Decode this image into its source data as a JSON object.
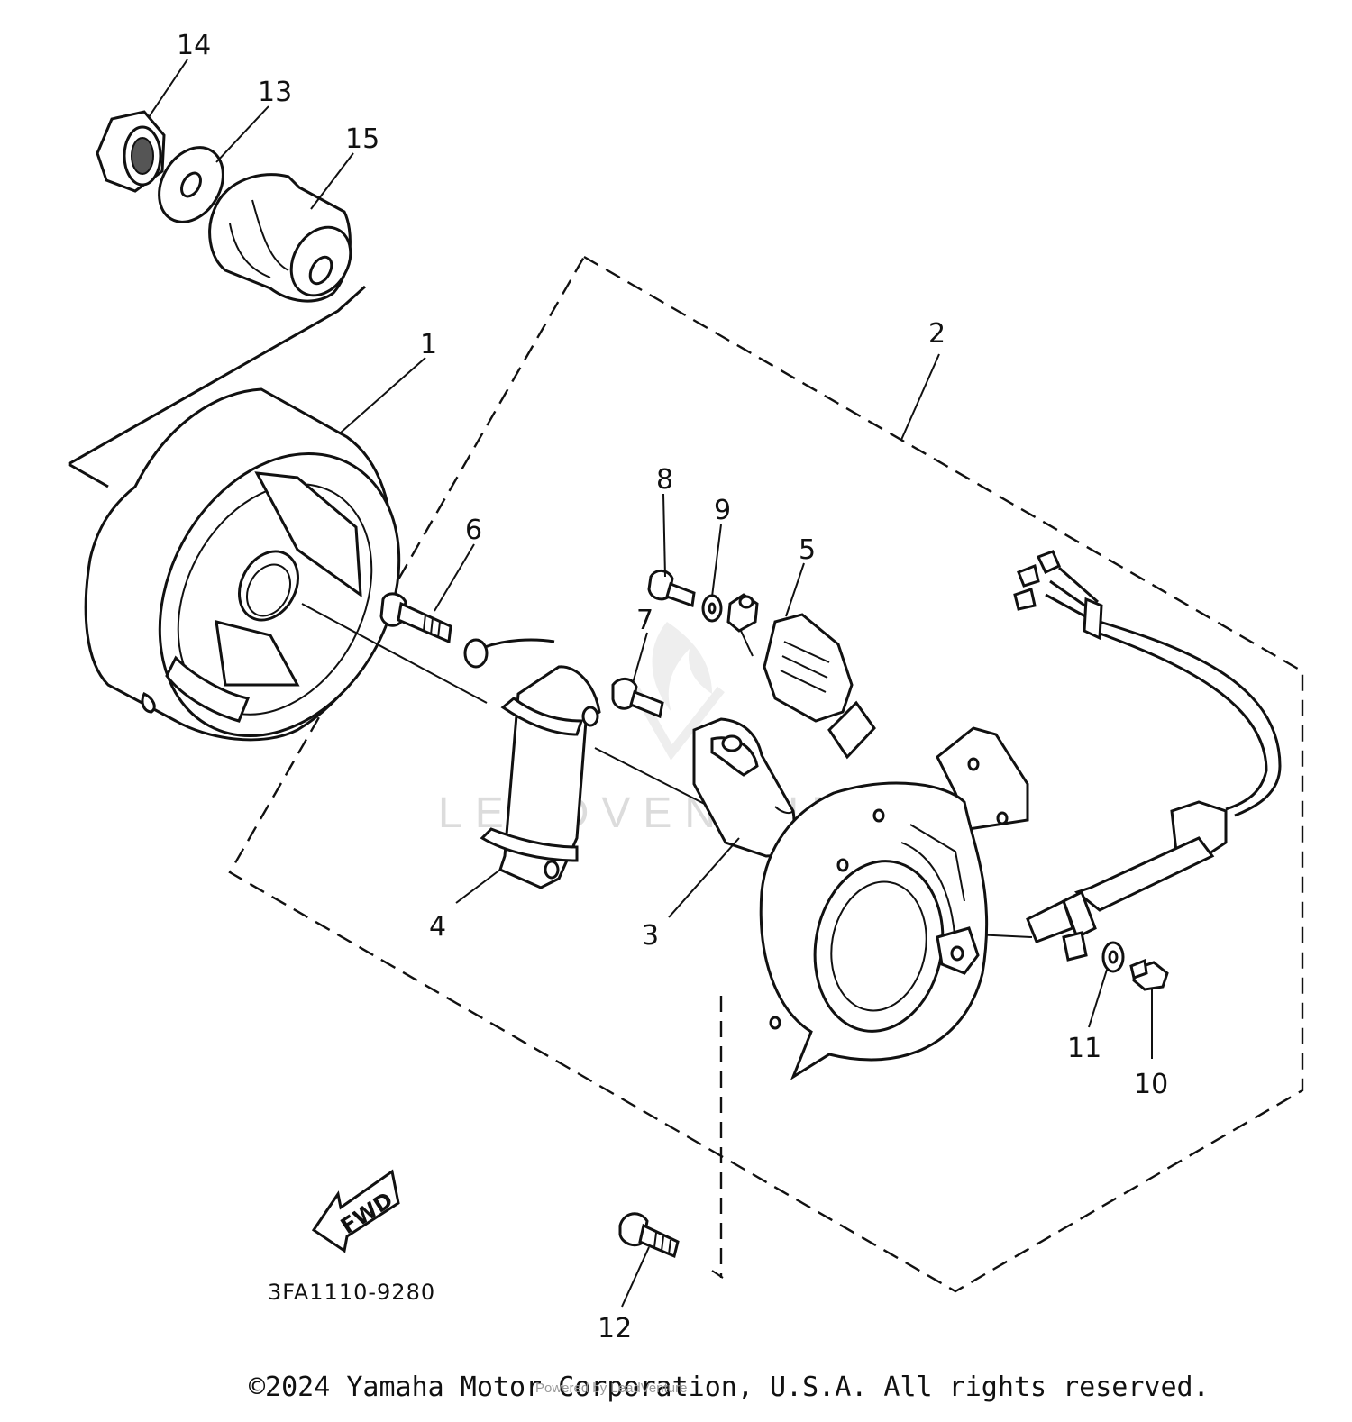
{
  "diagram": {
    "callouts": [
      {
        "id": "1",
        "label": "1"
      },
      {
        "id": "2",
        "label": "2"
      },
      {
        "id": "3",
        "label": "3"
      },
      {
        "id": "4",
        "label": "4"
      },
      {
        "id": "5",
        "label": "5"
      },
      {
        "id": "6",
        "label": "6"
      },
      {
        "id": "7",
        "label": "7"
      },
      {
        "id": "8",
        "label": "8"
      },
      {
        "id": "9",
        "label": "9"
      },
      {
        "id": "10",
        "label": "10"
      },
      {
        "id": "11",
        "label": "11"
      },
      {
        "id": "12",
        "label": "12"
      },
      {
        "id": "13",
        "label": "13"
      },
      {
        "id": "14",
        "label": "14"
      },
      {
        "id": "15",
        "label": "15"
      }
    ],
    "drawing_code": "3FA1110-9280",
    "direction_arrow": "FWD",
    "watermark": "LEADVENTURE",
    "copyright": "©2024 Yamaha Motor Corporation, U.S.A. All rights reserved.",
    "credit": "Powered by LeadVenture"
  }
}
